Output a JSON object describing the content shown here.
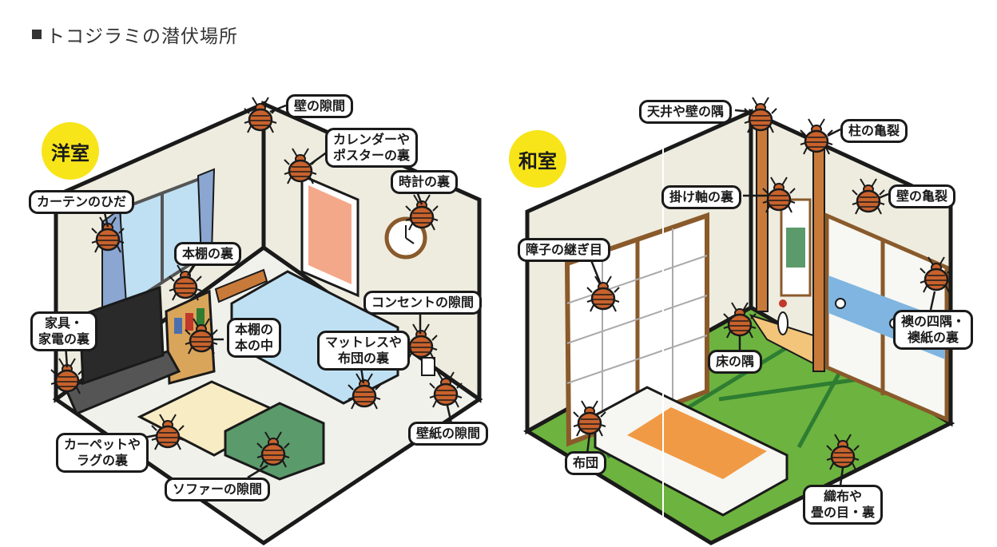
{
  "title": "トコジラミの潜伏場所",
  "rooms": {
    "western": {
      "label": "洋室",
      "callouts": {
        "wall_gap": "壁の隙間",
        "calendar_poster": "カレンダーや\nポスターの裏",
        "clock_back": "時計の裏",
        "curtain_folds": "カーテンのひだ",
        "bookshelf_back": "本棚の裏",
        "outlet_gap": "コンセントの隙間",
        "furniture_back": "家具・\n家電の裏",
        "inside_bookshelf": "本棚の\n本の中",
        "mattress_futon": "マットレスや\n布団の裏",
        "wallpaper_gap": "壁紙の隙間",
        "carpet_rug": "カーペットや\nラグの裏",
        "sofa_gap": "ソファーの隙間"
      }
    },
    "japanese": {
      "label": "和室",
      "callouts": {
        "ceiling_corner": "天井や壁の隅",
        "pillar_crack": "柱の亀裂",
        "scroll_back": "掛け軸の裏",
        "wall_crack": "壁の亀裂",
        "shoji_joint": "障子の継ぎ目",
        "fusuma": "襖の四隅・\n襖紙の裏",
        "floor_corner": "床の隅",
        "futon": "布団",
        "tatami": "織布や\n畳の目・裏"
      }
    }
  },
  "colors": {
    "badge": "#f7e51a",
    "bug": "#c8622c",
    "outline": "#1a1a1a",
    "tatami": "#6db33f",
    "tatami_border": "#2e7d32",
    "wall": "#eeecdf",
    "futon_cover": "#f19a45",
    "bed": "#bfe0f2",
    "sofa": "#5b9a6b",
    "curtain": "#8aa6d1",
    "poster": "#f4a88a",
    "fusuma_stripe": "#7fb5e0"
  }
}
